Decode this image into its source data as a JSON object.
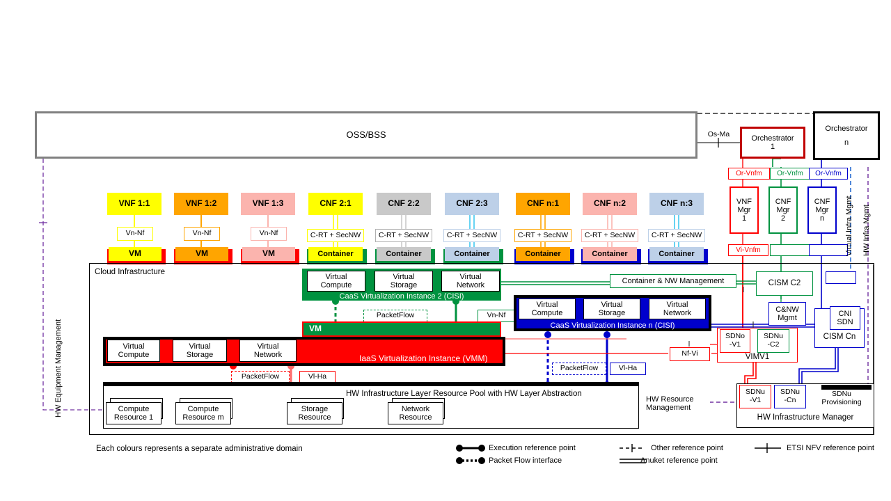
{
  "title_bar": {
    "oss_bss": "OSS/BSS"
  },
  "orchestrators": [
    {
      "name": "orchestrator-1",
      "line1": "Orchestrator",
      "line2": "1",
      "color": "#c00000"
    },
    {
      "name": "orchestrator-n",
      "line1": "Orchestrator",
      "line2": "n",
      "color": "#000000"
    }
  ],
  "reference_points": {
    "os_ma": "Os-Ma",
    "or_vnfm": "Or-Vnfm",
    "vi_vnfm": "Vi-Vnfm",
    "nf_vi": "Nf-Vi",
    "vn_nf": "Vn-Nf",
    "vi_ha": "Vl-Ha",
    "packet_flow": "PacketFlow",
    "c_rt_secnw": "C-RT + SecNW"
  },
  "managers": [
    {
      "name": "vnf-mgr-1",
      "lines": [
        "VNF",
        "Mgr",
        "1"
      ],
      "color": "#ff0000"
    },
    {
      "name": "cnf-mgr-2",
      "lines": [
        "CNF",
        "Mgr",
        "2"
      ],
      "color": "#00923f"
    },
    {
      "name": "cnf-mgr-n",
      "lines": [
        "CNF",
        "Mgr",
        "n"
      ],
      "color": "#0000cc"
    }
  ],
  "vnfs": [
    {
      "label": "VNF 1:1",
      "color": "#ffff00",
      "vm": "VM",
      "rp": "Vn-Nf"
    },
    {
      "label": "VNF 1:2",
      "color": "#ffa500",
      "vm": "VM",
      "rp": "Vn-Nf"
    },
    {
      "label": "VNF 1:3",
      "color": "#fbb4ae",
      "vm": "VM",
      "rp": "Vn-Nf"
    }
  ],
  "cnfs": [
    {
      "label": "CNF 2:1",
      "color": "#ffff00",
      "container": "Container",
      "rp": "C-RT + SecNW",
      "group": "caas2"
    },
    {
      "label": "CNF 2:2",
      "color": "#c9c9c9",
      "container": "Container",
      "rp": "C-RT + SecNW",
      "group": "caas2"
    },
    {
      "label": "CNF 2:3",
      "color": "#bdd0e8",
      "container": "Container",
      "rp": "C-RT + SecNW",
      "group": "caas2"
    },
    {
      "label": "CNF n:1",
      "color": "#ffa500",
      "container": "Container",
      "rp": "C-RT + SecNW",
      "group": "caasn"
    },
    {
      "label": "CNF n:2",
      "color": "#fbb4ae",
      "container": "Container",
      "rp": "C-RT + SecNW",
      "group": "caasn"
    },
    {
      "label": "CNF n:3",
      "color": "#bdd0e8",
      "container": "Container",
      "rp": "C-RT + SecNW",
      "group": "caasn"
    }
  ],
  "cloud_infrastructure": {
    "label": "Cloud Infrastructure"
  },
  "caas2": {
    "title": "CaaS Virtualization Instance 2 (CISI)",
    "color": "#00923f",
    "resources": [
      "Virtual Compute",
      "Virtual Storage",
      "Virtual Network"
    ],
    "vm_label": "VM"
  },
  "caasn": {
    "title": "CaaS Virtualization Instance n (CISI)",
    "color": "#0000cc",
    "resources": [
      "Virtual Compute",
      "Virtual Storage",
      "Virtual Network"
    ]
  },
  "iaas": {
    "title": "IaaS Virtualization Instance (VMM)",
    "color": "#ff0000",
    "resources": [
      "Virtual Compute",
      "Virtual Storage",
      "Virtual Network"
    ]
  },
  "hw_pool": {
    "title": "HW Infrastructure Layer Resource Pool with HW Layer Abstraction",
    "resources": [
      "Compute Resource 1",
      "Compute Resource m",
      "Storage Resource",
      "Network Resource"
    ]
  },
  "management": {
    "container_nw_management": "Container & NW Management",
    "cism_c2": "CISM C2",
    "cism_cn": "CISM Cn",
    "cni_sdn": "CNI SDN",
    "c_nw_mgmt": "C&NW Mgmt",
    "vim": "VIMV1",
    "sdno_v1": "SDNo -V1",
    "sdnu_c2": "SDNu -C2",
    "hw_infrastructure_manager": "HW Infrastructure Manager",
    "sdnu_v1": "SDNu -V1",
    "sdnu_cn": "SDNu -Cn",
    "sdnu_provisioning": "SDNu Provisioning",
    "hw_resource_management": "HW Resource Management"
  },
  "side_labels": {
    "hw_equipment_management": "HW Equipment Management",
    "virtual_infra_mgmt": "Virtual Infra Mgmt",
    "hw_infra_mgmt": "HW Infra Mgmt"
  },
  "footer": {
    "note": "Each colours represents a separate administrative domain"
  },
  "legend": [
    {
      "name": "execution-reference-point",
      "text": "Execution reference point",
      "style": "dot-solid-dot"
    },
    {
      "name": "packet-flow-interface",
      "text": "Packet Flow interface",
      "style": "dot-dotted-dot"
    },
    {
      "name": "other-reference-point",
      "text": "Other reference point",
      "style": "dashed-tick"
    },
    {
      "name": "anuket-reference-point",
      "text": "Anuket reference point",
      "style": "double-line"
    },
    {
      "name": "etsi-nfv-reference-point",
      "text": "ETSI NFV reference point",
      "style": "line-tick"
    }
  ],
  "colors": {
    "red": "#ff0000",
    "darkred": "#c00000",
    "green": "#00923f",
    "blue": "#0000cc",
    "black": "#000000",
    "grey": "#808080",
    "purple": "#7030a0"
  }
}
